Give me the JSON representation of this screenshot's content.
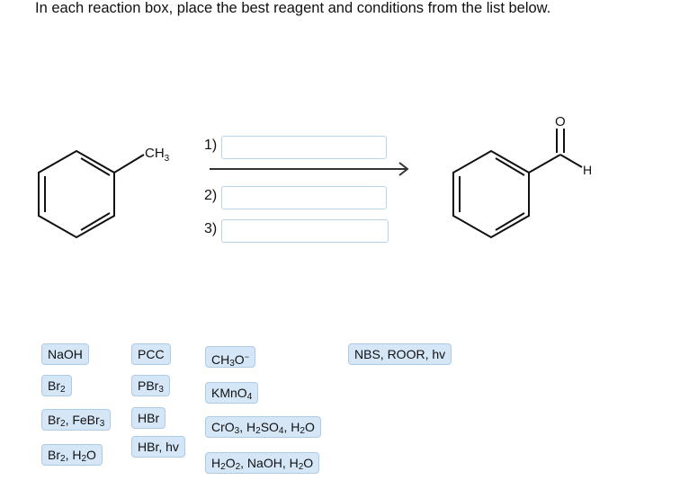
{
  "instruction": "In each reaction box, place the best reagent and conditions from the list below.",
  "reaction": {
    "reactant_label_ch": "CH",
    "reactant_label_sub": "3",
    "product_o": "O",
    "product_h": "H",
    "step_labels": [
      "1)",
      "2)",
      "3)"
    ]
  },
  "reagents": [
    {
      "parts": [
        [
          "t",
          "NaOH"
        ]
      ]
    },
    {
      "parts": [
        [
          "t",
          "Br"
        ],
        [
          "sub",
          "2"
        ]
      ]
    },
    {
      "parts": [
        [
          "t",
          "Br"
        ],
        [
          "sub",
          "2"
        ],
        [
          "t",
          ", FeBr"
        ],
        [
          "sub",
          "3"
        ]
      ]
    },
    {
      "parts": [
        [
          "t",
          "Br"
        ],
        [
          "sub",
          "2"
        ],
        [
          "t",
          ", H"
        ],
        [
          "sub",
          "2"
        ],
        [
          "t",
          "O"
        ]
      ]
    },
    {
      "parts": [
        [
          "t",
          "PCC"
        ]
      ]
    },
    {
      "parts": [
        [
          "t",
          "PBr"
        ],
        [
          "sub",
          "3"
        ]
      ]
    },
    {
      "parts": [
        [
          "t",
          "HBr"
        ]
      ]
    },
    {
      "parts": [
        [
          "t",
          "HBr, hv"
        ]
      ]
    },
    {
      "parts": [
        [
          "t",
          "CH"
        ],
        [
          "sub",
          "3"
        ],
        [
          "t",
          "O"
        ],
        [
          "sup",
          "−"
        ]
      ]
    },
    {
      "parts": [
        [
          "t",
          "KMnO"
        ],
        [
          "sub",
          "4"
        ]
      ]
    },
    {
      "parts": [
        [
          "t",
          "CrO"
        ],
        [
          "sub",
          "3"
        ],
        [
          "t",
          ", H"
        ],
        [
          "sub",
          "2"
        ],
        [
          "t",
          "SO"
        ],
        [
          "sub",
          "4"
        ],
        [
          "t",
          ", H"
        ],
        [
          "sub",
          "2"
        ],
        [
          "t",
          "O"
        ]
      ]
    },
    {
      "parts": [
        [
          "t",
          "H"
        ],
        [
          "sub",
          "2"
        ],
        [
          "t",
          "O"
        ],
        [
          "sub",
          "2"
        ],
        [
          "t",
          ", NaOH, H"
        ],
        [
          "sub",
          "2"
        ],
        [
          "t",
          "O"
        ]
      ]
    },
    {
      "parts": [
        [
          "t",
          "NBS, ROOR, hv"
        ]
      ]
    }
  ]
}
